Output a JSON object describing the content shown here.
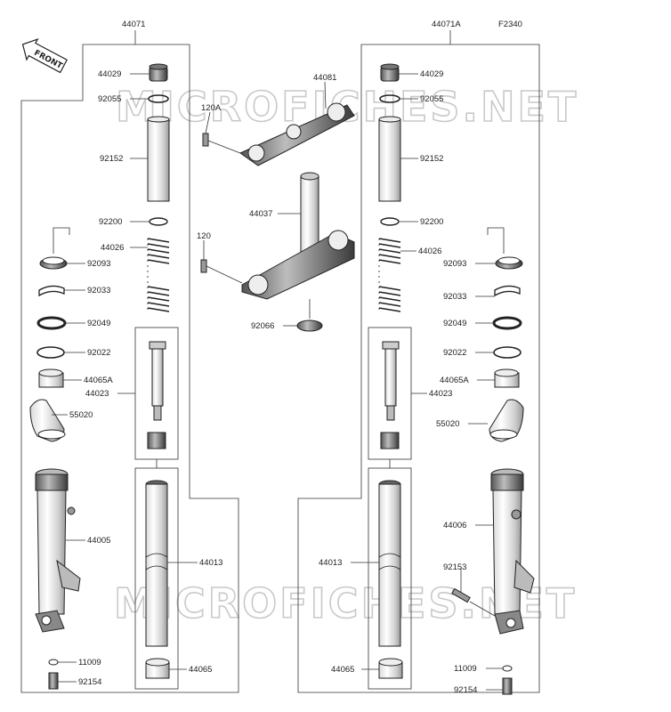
{
  "figure_code": "F2340",
  "front_label": "FRONT",
  "watermark": "MICROFICHES.NET",
  "assemblies": {
    "left": "44071",
    "right": "44071A"
  },
  "labels": {
    "l_44029": "44029",
    "l_92055": "92055",
    "l_92152": "92152",
    "l_92200": "92200",
    "l_44026": "44026",
    "l_92093": "92093",
    "l_92033": "92033",
    "l_92049": "92049",
    "l_92022": "92022",
    "l_44065A": "44065A",
    "l_44023": "44023",
    "l_55020": "55020",
    "l_44005": "44005",
    "l_44013": "44013",
    "l_44065": "44065",
    "l_11009": "11009",
    "l_92154": "92154",
    "c_44081": "44081",
    "c_120A": "120A",
    "c_44037": "44037",
    "c_120": "120",
    "c_92066": "92066",
    "r_44029": "44029",
    "r_92055": "92055",
    "r_92152": "92152",
    "r_92200": "92200",
    "r_44026": "44026",
    "r_92093": "92093",
    "r_92033": "92033",
    "r_92049": "92049",
    "r_92022": "92022",
    "r_44065A": "44065A",
    "r_44023": "44023",
    "r_55020": "55020",
    "r_44006": "44006",
    "r_92153": "92153",
    "r_44013": "44013",
    "r_44065": "44065",
    "r_11009": "11009",
    "r_92154": "92154"
  }
}
